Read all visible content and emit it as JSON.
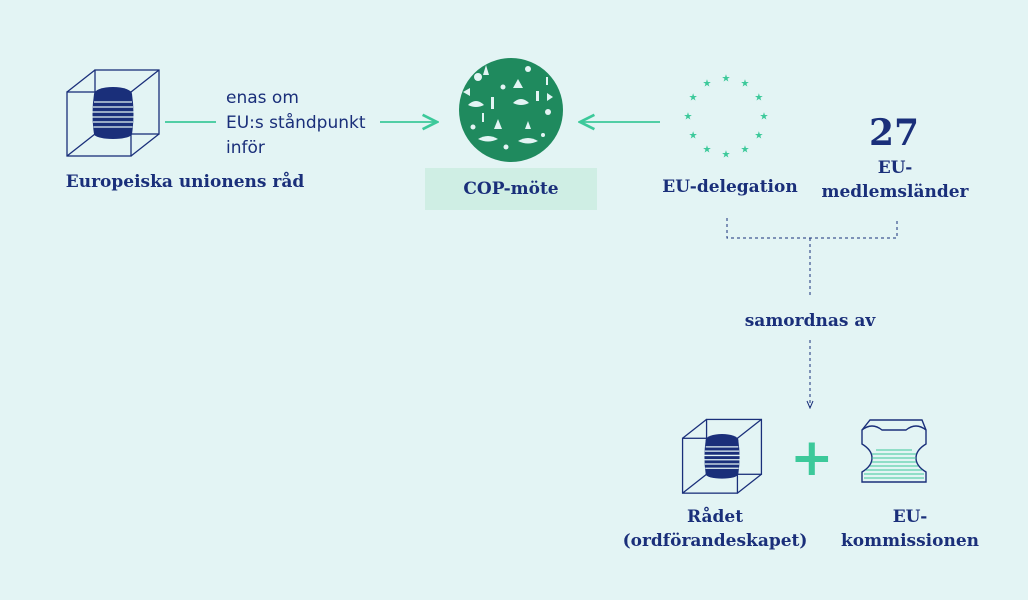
{
  "nodes": {
    "council": {
      "label": "Europeiska unionens råd",
      "icon": "council-building-icon"
    },
    "cop": {
      "label": "COP-möte",
      "icon": "nature-globe-icon"
    },
    "delegation": {
      "label": "EU-delegation",
      "icon": "eu-stars-icon"
    },
    "member_count": {
      "value": "27"
    },
    "members": {
      "label": "EU-\nmedlemsländer"
    },
    "presidency": {
      "label": "Rådet\n(ordförandeskapet)",
      "icon": "council-building-icon"
    },
    "commission": {
      "label": "EU-\nkommissionen",
      "icon": "commission-building-icon"
    }
  },
  "edges": {
    "council_to_cop": {
      "label": "enas om\nEU:s ståndpunkt\ninför"
    },
    "coordination": {
      "label": "samordnas av"
    },
    "plus": {
      "label": "+"
    }
  },
  "colors": {
    "background": "#e3f4f4",
    "primary": "#1a2f7a",
    "accent": "#3cc99a",
    "globe": "#1f8a5e",
    "cop_box": "#cfeee4"
  }
}
